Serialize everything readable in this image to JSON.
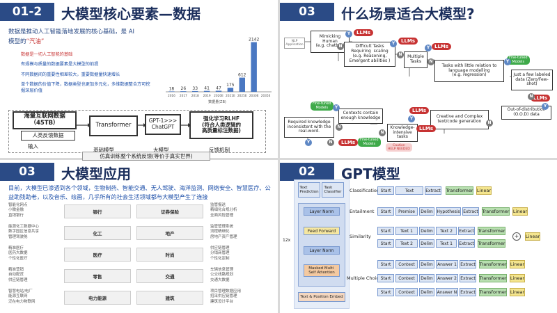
{
  "q1": {
    "num": "01-2",
    "title": "大模型核心要素—数据",
    "bullet1a": "数据是推动人工智能落地发展的核心基础，是 AI",
    "bullet1b": "模型的",
    "bullet1c": "“汽油”",
    "sub": [
      "数据是一切人工智能的基础",
      "有规模与质量的数据要素是大模型的前提",
      "不同数据间的重要性相差较大，重要数据量快速增长",
      "单个数据的价值下降，数据类型也更加多元化，多维数据整合方可挖掘深层价值"
    ],
    "chart_data": {
      "type": "bar",
      "categories": [
        "2016",
        "2017",
        "2018",
        "2019",
        "2020E",
        "2021E",
        "2025E",
        "2030E",
        "2035E"
      ],
      "values": [
        18,
        26,
        33,
        41,
        47,
        175,
        612,
        2142
      ],
      "bar_categories": [
        "2016",
        "2017",
        "2018",
        "2019",
        "2020E",
        "2021E",
        "2025E",
        "2030E",
        "2035E"
      ],
      "data_labels": [
        "18",
        "26",
        "33",
        "41",
        "47",
        "175",
        "612",
        "2142"
      ],
      "legend": "数据量(ZB)"
    },
    "diagram": {
      "dataset": "海量互联网数据\n（45TB）",
      "human": "人类反馈数据",
      "transformer": "Transformer",
      "gpt": "GPT-1>>>\nChatGPT",
      "rlhf": "强化学习RLHF\n(符合人类逻辑的\n高质量标注数据)",
      "input": "输入",
      "base": "基础模型",
      "big": "大模型",
      "feedback": "反馈机制",
      "loop": "仿真训练整个系统反馈(等价于真实世界)"
    }
  },
  "q2": {
    "num": "03",
    "title": "什么场景适合大模型?",
    "nlp": "NLP\nApplication",
    "nodes": [
      "Mimicking\nHuman\n(e.g. chatbot)",
      "Difficult Tasks\nRequiring  scaling\n(e.g. Reasoning,\nEmergent abilities )",
      "Multiple\nTasks",
      "Tasks with little relation to\nlanguage modelling\n(e.g. regression)",
      "Just a few labeled\ndata (Zero/Few-\nshot)",
      "Out-of-distribution\n(O.O.D) data",
      "Creative and Complex\ntext/code generation",
      "Knowledge-\nintensive\ntasks",
      "Contexts contain\nenough knowledge",
      "Required knowledge\ninconsistent with the\nreal-word."
    ],
    "llm": "LLMs",
    "ft": "Fine-tuned\nModels",
    "yes": "Y",
    "no": "N",
    "caution": "Caution\nHELP NEEDED"
  },
  "q3": {
    "num": "03",
    "title": "大模型应用",
    "intro": "目前，大模型已渗透到各个领域，生物制药、智能交通、无人驾驶、海洋监测、网络安全、智慧医疗、公益助残助老，以及音乐、绘画，几乎所有的社会生活领域都与大模型产生了连接",
    "rows": [
      {
        "l": "银行",
        "r": "证券保险",
        "ll": [
          "智能化网点",
          "小微金融",
          "直销银行"
        ],
        "rl": [
          "监管报送",
          "精细化合规分析",
          "全面风险管理"
        ]
      },
      {
        "l": "化工",
        "r": "地产",
        "ll": [
          "能源化工数据中心",
          "数字园区信息共享",
          "管理驾驶舱"
        ],
        "rl": [
          "监管管理系统",
          "流程精细化",
          "房地产资产管理"
        ]
      },
      {
        "l": "医疗",
        "r": "时尚",
        "ll": [
          "精准医疗",
          "医药大数据",
          "个性化医疗"
        ],
        "rl": [
          "供应链管理",
          "分销商管理",
          "个性化定制"
        ]
      },
      {
        "l": "零售",
        "r": "交通",
        "ll": [
          "精准营销",
          "自动配货",
          "供应链管理"
        ],
        "rl": [
          "车辆信息管理",
          "公交线路规划",
          "交通大数据"
        ]
      },
      {
        "l": "电力能源",
        "r": "建筑",
        "ll": [
          "智慧电站/电厂",
          "能源互联网",
          "泛在电力物联网"
        ],
        "rl": [
          "项目管理数据应用",
          "招采供应链管理",
          "建筑设计平台"
        ]
      }
    ]
  },
  "q4": {
    "num": "02",
    "title": "GPT模型",
    "arch": {
      "text_pred": "Text\nPrediction",
      "task_cls": "Task\nClassifier",
      "layer_norm": "Layer Norm",
      "ff": "Feed Forward",
      "mmsa": "Masked Multi\nSelf Attention",
      "embed": "Text & Position Embed",
      "times": "12x"
    },
    "tasks": {
      "classification": "Classification",
      "entailment": "Entailment",
      "similarity": "Similarity",
      "multiple": "Multiple Choice"
    },
    "tok": {
      "start": "Start",
      "text": "Text",
      "extract": "Extract",
      "premise": "Premise",
      "delim": "Delim",
      "hypothesis": "Hypothesis",
      "text1": "Text 1",
      "text2": "Text 2",
      "context": "Context",
      "a1": "Answer 1",
      "a2": "Answer 2",
      "an": "Answer N",
      "transformer": "Transformer",
      "linear": "Linear",
      "plus": "+"
    }
  }
}
